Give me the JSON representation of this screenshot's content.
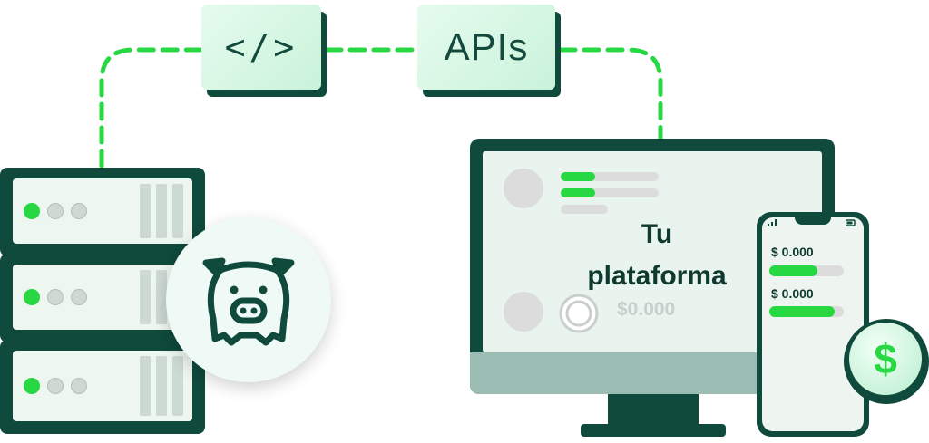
{
  "tags": {
    "code": "</>",
    "apis": "APIs"
  },
  "monitor": {
    "title_line1": "Tu",
    "title_line2": "plataforma",
    "amount": "$0.000"
  },
  "phone": {
    "amount_1": "$ 0.000",
    "amount_2": "$ 0.000",
    "progress_1": 0.65,
    "progress_2": 0.88
  },
  "coin": {
    "symbol": "$"
  },
  "icons": {
    "server": "server-rack-icon",
    "pig": "pig-icon",
    "coin": "dollar-coin-icon"
  },
  "colors": {
    "dark_green": "#0f4a3c",
    "accent_green": "#27d843",
    "tag_bg": "#c9f3da"
  }
}
